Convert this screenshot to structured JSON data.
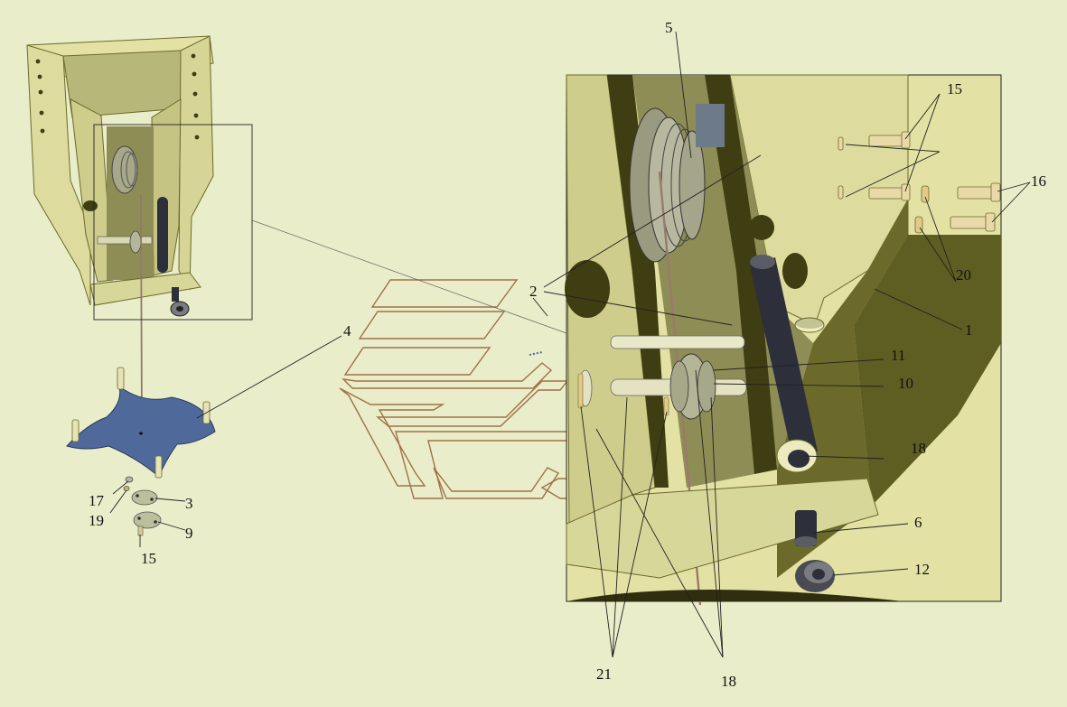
{
  "colors": {
    "background": "#e9edc9",
    "frame_light": "#e3e2a4",
    "frame_mid": "#cfcd8c",
    "frame_dark": "#6b6a2a",
    "frame_darkest": "#3f3e12",
    "plate_blue": "#4f6a9a",
    "roller_dark": "#2d2f3a",
    "drum_grey": "#9a9a80",
    "logo_stroke": "#a0714a",
    "leader": "#222222"
  },
  "callouts": {
    "c1": "1",
    "c2": "2",
    "c3": "3",
    "c4": "4",
    "c5": "5",
    "c6": "6",
    "c9": "9",
    "c10": "10",
    "c11": "11",
    "c12": "12",
    "c15a": "15",
    "c15b": "15",
    "c16": "16",
    "c17": "17",
    "c18a": "18",
    "c18b": "18",
    "c19": "19",
    "c20": "20",
    "c21": "21"
  }
}
